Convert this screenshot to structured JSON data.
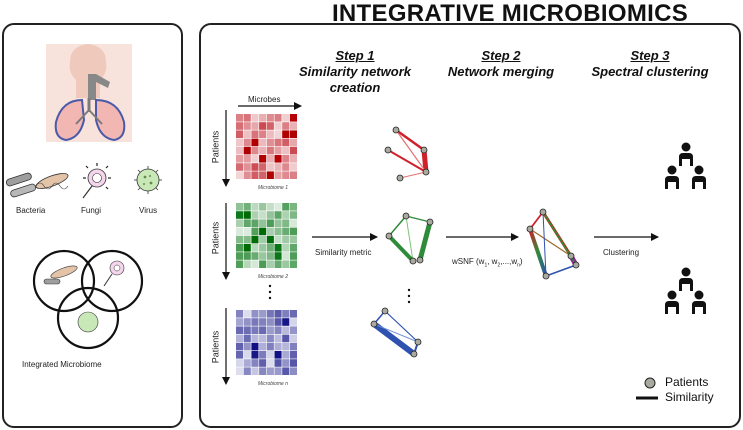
{
  "title": "INTEGRATIVE MICROBIOMICS",
  "left_panel": {
    "organisms": [
      "Bacteria",
      "Fungi",
      "Virus"
    ],
    "integrated_label": "Integrated Microbiome"
  },
  "steps": [
    {
      "number": "Step 1",
      "name_line1": "Similarity network",
      "name_line2": "creation"
    },
    {
      "number": "Step 2",
      "name_line1": "Network merging",
      "name_line2": ""
    },
    {
      "number": "Step 3",
      "name_line1": "Spectral clustering",
      "name_line2": ""
    }
  ],
  "matrix": {
    "x_label": "Microbes",
    "y_label": "Patients",
    "captions": [
      "Microbiome 1",
      "Microbiome 2",
      "Microbiome n"
    ],
    "colors": [
      "#c0202a",
      "#2e8b3a",
      "#3a3a9a"
    ]
  },
  "arrows": {
    "similarity_metric": "Similarity metric",
    "wsnf": "wSNF (w",
    "wsnf_sub1": "1",
    "wsnf_mid1": ", w",
    "wsnf_sub2": "2",
    "wsnf_mid2": ",...,w",
    "wsnf_subn": "n",
    "wsnf_end": ")",
    "clustering": "Clustering"
  },
  "legend": {
    "patients": "Patients",
    "similarity": "Similarity"
  },
  "colors": {
    "panel_border": "#222222",
    "node_fill": "#a9a9a0",
    "red": "#d0202a",
    "green": "#2e8b3a",
    "blue": "#2f52b0"
  }
}
